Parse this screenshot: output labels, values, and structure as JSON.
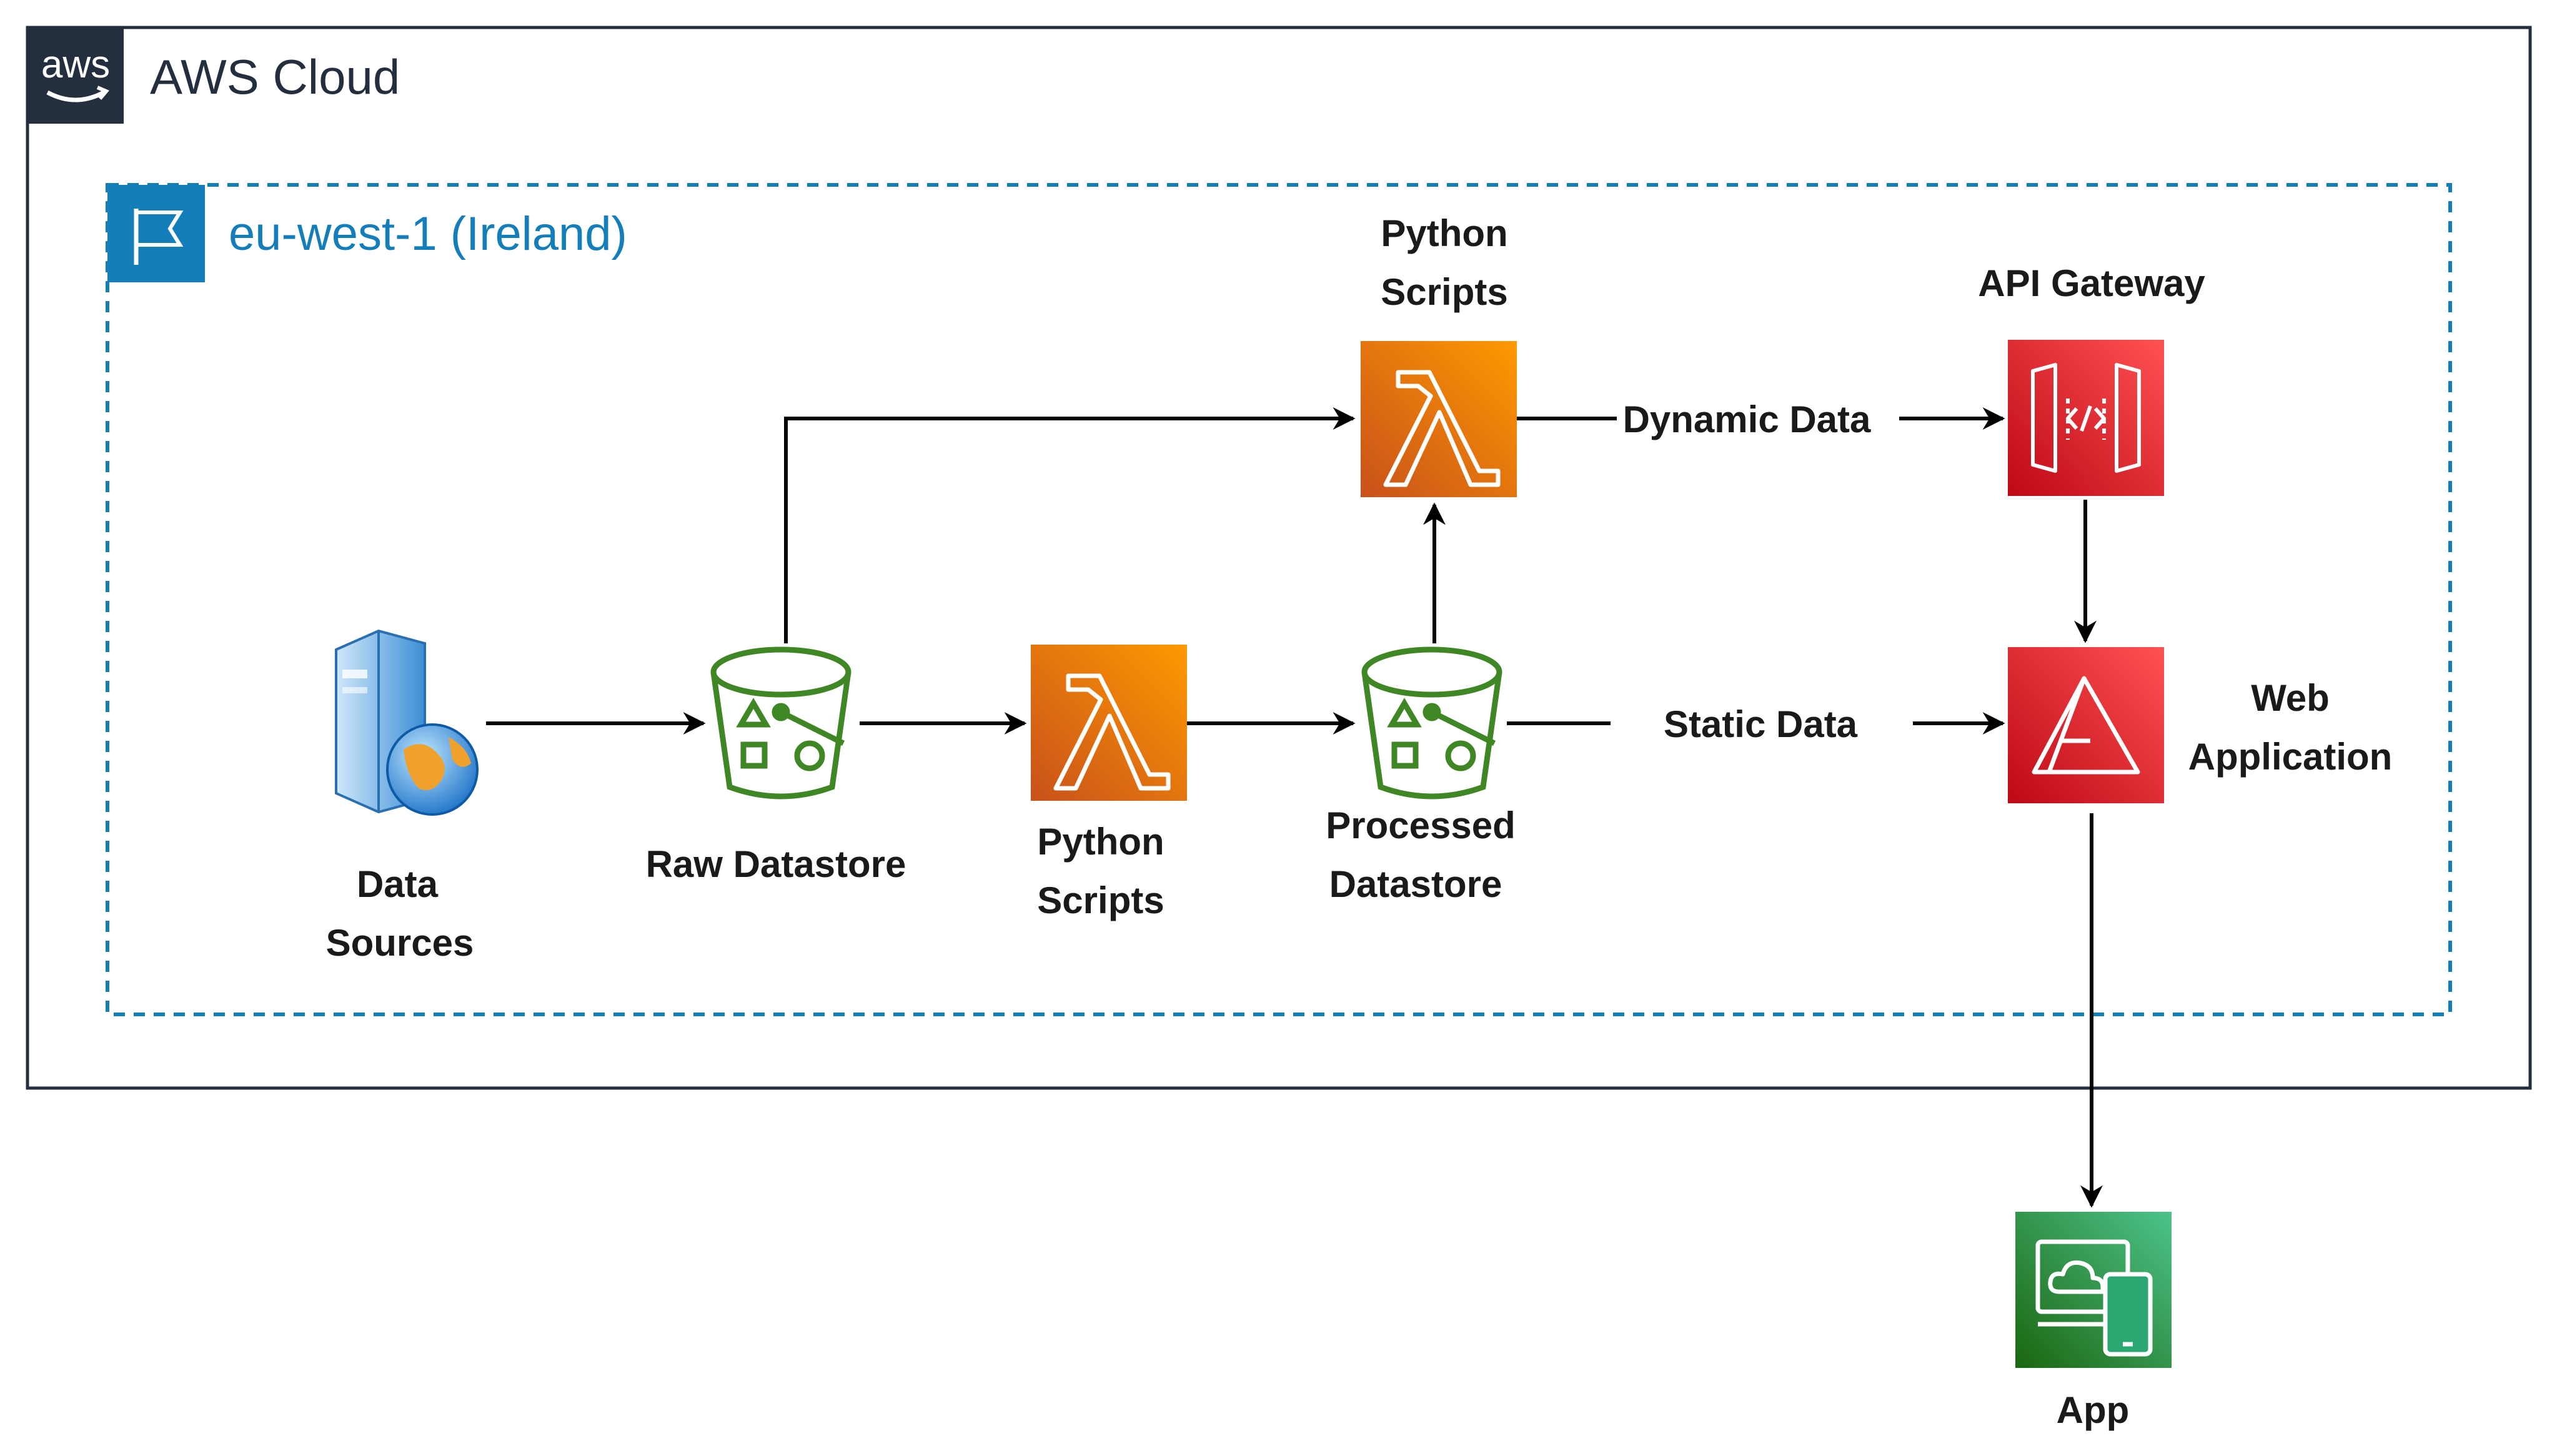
{
  "cloud": {
    "title": "AWS Cloud",
    "logo_text": "aws"
  },
  "region": {
    "title": "eu-west-1 (Ireland)",
    "color": "#147EBA",
    "icon": "flag-icon"
  },
  "nodes": {
    "data_sources": {
      "label_lines": [
        "Data",
        "Sources"
      ],
      "icon": "web-server-icon"
    },
    "raw_datastore": {
      "label_lines": [
        "Raw Datastore"
      ],
      "icon": "s3-bucket-icon"
    },
    "lambda_mid": {
      "label_lines": [
        "Python",
        "Scripts"
      ],
      "icon": "lambda-icon"
    },
    "processed_datastore": {
      "label_lines": [
        "Processed",
        "Datastore"
      ],
      "icon": "s3-bucket-icon"
    },
    "lambda_top": {
      "label_lines": [
        "Python",
        "Scripts"
      ],
      "icon": "lambda-icon"
    },
    "api_gateway": {
      "label_lines": [
        "API Gateway"
      ],
      "icon": "api-gateway-icon"
    },
    "web_application": {
      "label_lines": [
        "Web",
        "Application"
      ],
      "icon": "amplify-icon"
    },
    "app": {
      "label_lines": [
        "App"
      ],
      "icon": "mobile-app-icon"
    }
  },
  "edges": {
    "dynamic": "Dynamic Data",
    "static": "Static Data"
  },
  "colors": {
    "lambda": "#ED7100",
    "s3": "#3F8624",
    "api": "#DD344C",
    "app": "#1B9E77",
    "dark": "#232F3E"
  }
}
